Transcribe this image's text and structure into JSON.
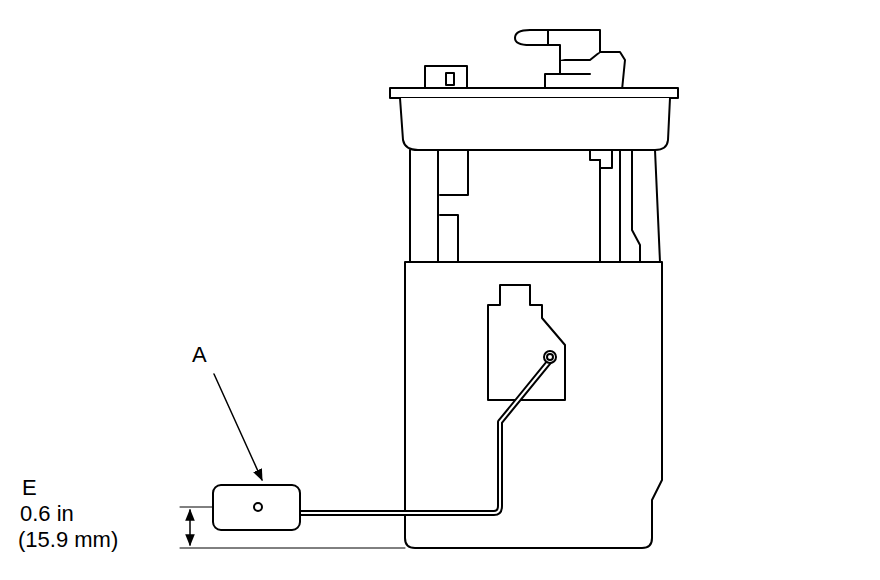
{
  "diagram": {
    "labels": [
      "A",
      "E",
      "0.6 in",
      "(15.9 mm)"
    ]
  }
}
